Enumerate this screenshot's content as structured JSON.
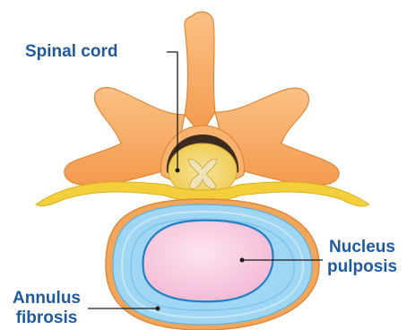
{
  "labels": {
    "spinal_cord": "Spinal cord",
    "nucleus_pulposis": [
      "Nucleus",
      "pulposis"
    ],
    "annulus_fibrosis": [
      "Annulus",
      "fibrosis"
    ]
  },
  "colors": {
    "label_text": "#1e5a9c",
    "leader_line": "#1a1a1a",
    "bone": "#f5a35c",
    "bone_light": "#fbc98a",
    "bone_edge": "#e0873a",
    "nerve_root": "#f2cf3b",
    "cord": "#f3dc6a",
    "annulus_outer": "#f2a65a",
    "annulus_ring": "#9fd6f3",
    "nucleus": "#f7c3dd"
  }
}
